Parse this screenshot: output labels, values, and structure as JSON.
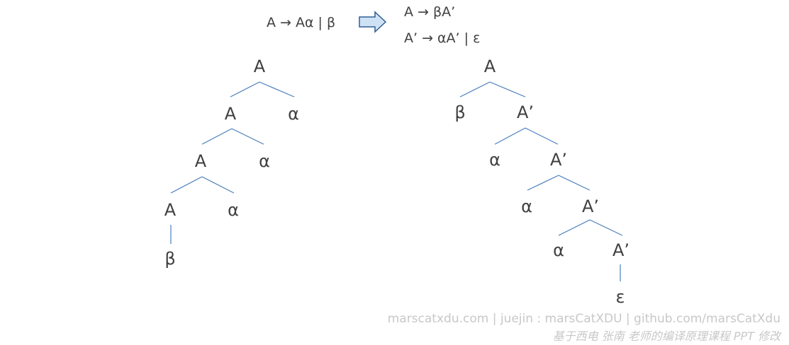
{
  "rules": {
    "left": "A → Aα | β",
    "right_1": "A → βA’",
    "right_2": "A’ → αA’ | ε"
  },
  "colors": {
    "edge": "#4a7ebb",
    "arrow_fill": "#cfe2f5",
    "arrow_stroke": "#2f5f96"
  },
  "left_tree": {
    "nodes": [
      "A",
      "A",
      "α",
      "A",
      "α",
      "A",
      "α",
      "β"
    ]
  },
  "right_tree": {
    "nodes": [
      "A",
      "β",
      "A’",
      "α",
      "A’",
      "α",
      "A’",
      "α",
      "A’",
      "ε"
    ]
  },
  "watermark": {
    "line1": "marscatxdu.com | juejin : marsCatXDU | github.com/marsCatXdu",
    "line2": "基于西电 张南 老师的编译原理课程 PPT 修改"
  }
}
